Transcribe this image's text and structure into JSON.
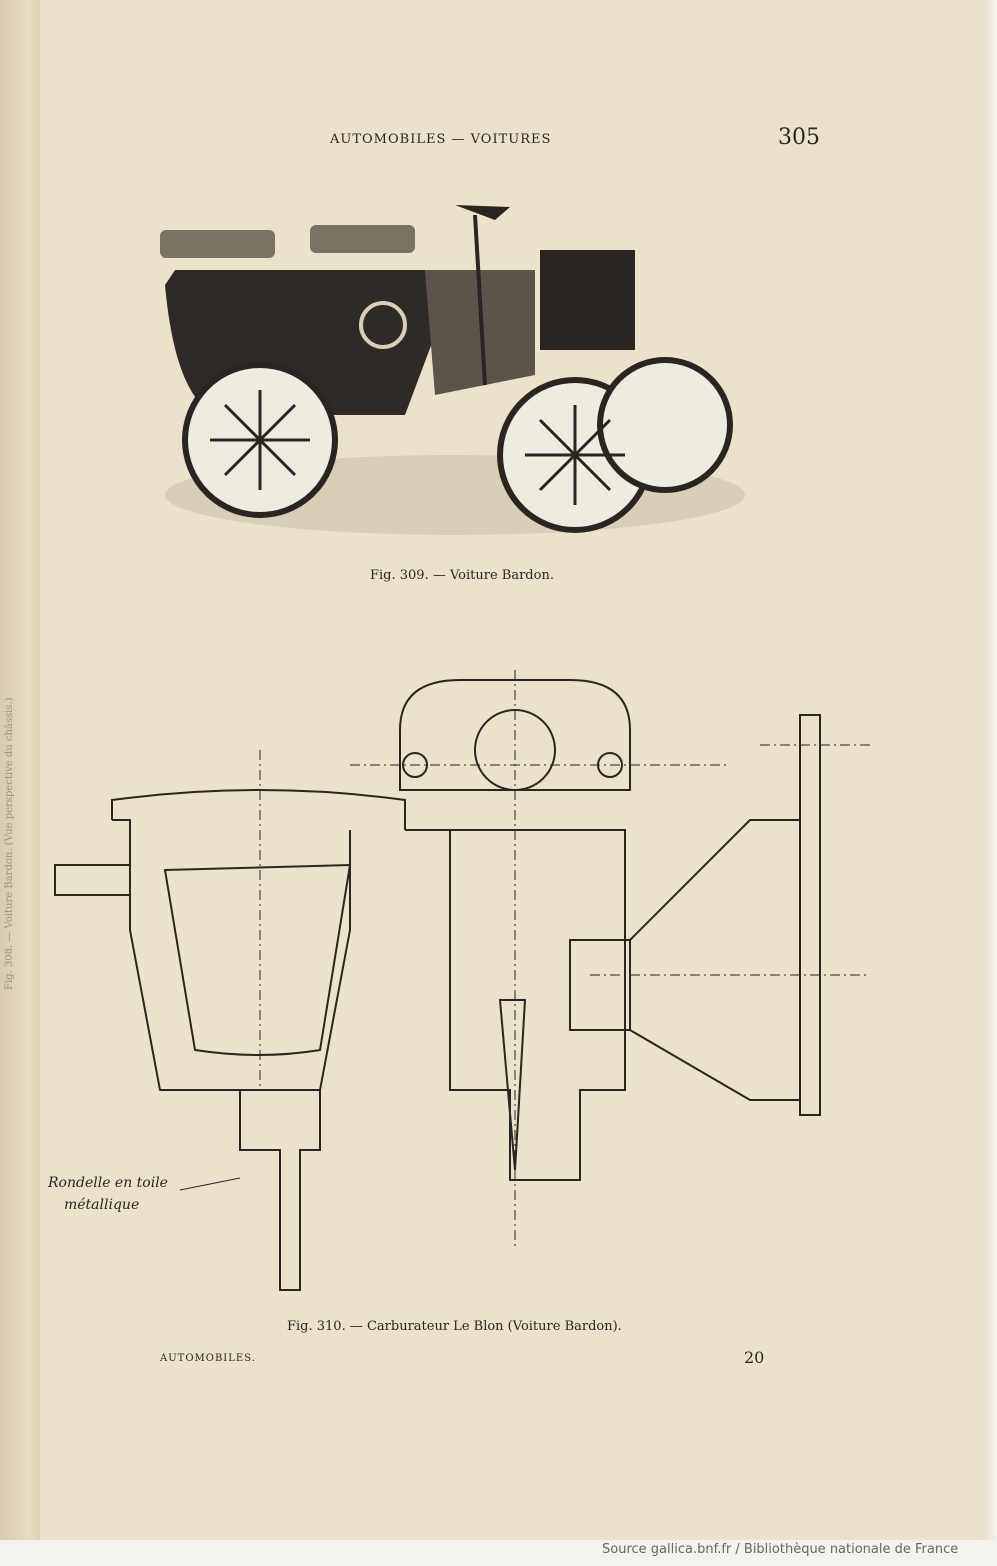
{
  "header": {
    "running_title": "AUTOMOBILES — VOITURES",
    "page_number": "305"
  },
  "margin_note": "Fig. 308. — Voiture Bardon. (Vue perspective du châssis.)",
  "figures": [
    {
      "caption": "Fig. 309. — Voiture Bardon."
    },
    {
      "caption": "Fig. 310. — Carburateur Le Blon (Voiture Bardon).",
      "label_line1": "Rondelle en toile",
      "label_line2": "métallique"
    }
  ],
  "footer": {
    "signature_title": "AUTOMOBILES.",
    "signature_number": "20"
  },
  "source": "Source gallica.bnf.fr / Bibliothèque nationale de France"
}
